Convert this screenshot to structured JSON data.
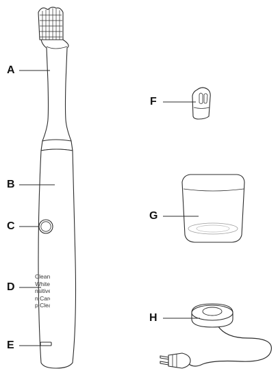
{
  "diagram": {
    "colors": {
      "stroke": "#2b2b2b",
      "label": "#111111",
      "fill": "#ffffff",
      "brush_glass_tint": "#f2f2f2"
    },
    "labels": {
      "A": "A",
      "B": "B",
      "C": "C",
      "D": "D",
      "E": "E",
      "F": "F",
      "G": "G",
      "H": "H"
    },
    "brushing_modes": [
      "Clean",
      "White",
      "nsitive",
      "n Care",
      "p Clean"
    ]
  }
}
